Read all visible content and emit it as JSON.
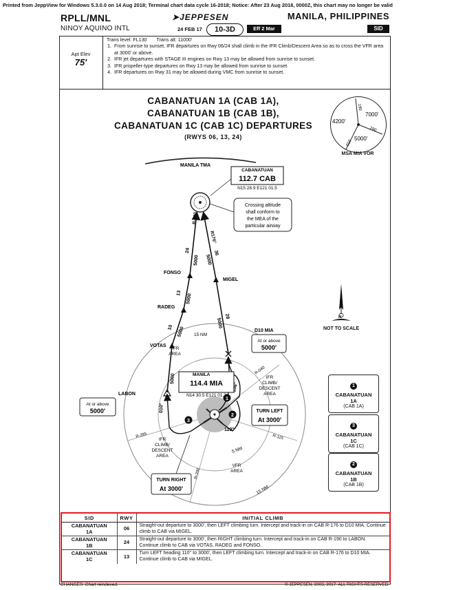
{
  "print_note": "Printed from JeppView for Windows 5.3.0.0 on 14 Aug 2018; Terminal chart data cycle 16-2018; Notice: After 23 Aug 2018, 0000Z, this chart may no longer be valid",
  "header": {
    "airport_id": "RPLL/MNL",
    "airport_name": "NINOY AQUINO INTL",
    "brand": "JEPPESEN",
    "date": "24 FEB 17",
    "chart_number": "10-3D",
    "effective": "Eff 2 Mar",
    "city": "MANILA, PHILIPPINES",
    "procedure_type": "SID"
  },
  "briefing": {
    "apt_elev_label": "Apt Elev",
    "apt_elev_value": "75'",
    "trans_level": "Trans level: FL130",
    "trans_alt": "Trans alt: 11000'",
    "notes": [
      "From sunrise to sunset, IFR departures on Rwy 06/24 shall climb in the IFR Climb/Descent Area so as to cross the VFR area at 3000' or above.",
      "IFR jet departures with STAGE III engines on Rwy 13 may be allowed from sunrise to sunset.",
      "IFR propeller-type departures on Rwy 13 may be allowed from sunrise to sunset.",
      "IFR departures on Rwy 31 may be allowed during VMC from sunrise to sunset."
    ]
  },
  "title": {
    "lines": [
      "CABANATUAN 1A (CAB 1A),",
      "CABANATUAN 1B (CAB 1B),",
      "CABANATUAN 1C (CAB 1C) DEPARTURES"
    ],
    "rwys": "(RWYS 06, 13, 24)"
  },
  "msa": {
    "label": "MSA MIA VOR",
    "alt_1": "7000'",
    "alt_2": "4200'",
    "alt_3": "5000'",
    "radial_1": "190",
    "radial_2": "290",
    "radial_3": "010"
  },
  "map": {
    "tma_label": "MANILA TMA",
    "cab_name": "CABANATUAN",
    "cab_freq": "112.7 CAB",
    "cab_coords": "N15 28.9 E121 01.5",
    "crossing_note": [
      "Crossing altitude",
      "shall conform to",
      "the MEA of the",
      "particular airway"
    ],
    "mia_name": "MANILA",
    "mia_freq": "114.4 MIA",
    "mia_coords": "N14 30.5 E121 01.3",
    "fixes": {
      "fonso": "FONSO",
      "migel": "MIGEL",
      "radeg": "RADEG",
      "votas": "VOTAS",
      "labon": "LABON",
      "d10": "D10 MIA"
    },
    "at_or_above_label": "At or above",
    "at_or_above_alt": "5000'",
    "d10_alt_label": "At or above",
    "d10_alt": "5000'",
    "turn_left_label": "TURN LEFT",
    "turn_left_alt": "At 3000'",
    "turn_right_label": "TURN RIGHT",
    "turn_right_alt": "At 3000'",
    "vfr_area": [
      "VFR",
      "AREA"
    ],
    "ifr_area": [
      "IFR",
      "CLIMB/",
      "DESCENT",
      "AREA"
    ],
    "ring_15nm": "15 NM",
    "ring_5nm": "5 NM",
    "heading_110": "110°",
    "radials": {
      "r176": "R176°",
      "r356": "356°",
      "r010": "010°",
      "r190": "R-190",
      "r285": "R-285",
      "r040": "R-040",
      "r115": "R-115",
      "r200": "R-200"
    },
    "seg_alts": {
      "cab_fonso_1": "24",
      "cab_fonso_2": "5000",
      "cab_migel_1": "36",
      "cab_migel_2": "5000",
      "fonso_radeg_1": "13",
      "fonso_radeg_2": "5000",
      "radeg_votas_1": "10",
      "radeg_votas_2": "5000",
      "migel_d10_1": "28",
      "migel_d10_2": "5000",
      "votas_labon": "5000"
    },
    "markers": [
      "1",
      "2",
      "3"
    ],
    "north_label": "NOT TO SCALE"
  },
  "legend": [
    {
      "num": "1",
      "name": "CABANATUAN",
      "code": "1A",
      "abbr": "(CAB 1A)"
    },
    {
      "num": "3",
      "name": "CABANATUAN",
      "code": "1C",
      "abbr": "(CAB 1C)"
    },
    {
      "num": "2",
      "name": "CABANATUAN",
      "code": "1B",
      "abbr": "(CAB 1B)"
    }
  ],
  "table": {
    "headers": [
      "SID",
      "RWY",
      "INITIAL CLIMB"
    ],
    "rows": [
      {
        "sid_1": "CABANATUAN",
        "sid_2": "1A",
        "rwy": "06",
        "climb": "Straight-out departure to 3000', then LEFT climbing turn. Intercept and track-in on CAB R-176 to D10 MIA. Continue climb to CAB via MIGEL."
      },
      {
        "sid_1": "CABANATUAN",
        "sid_2": "1B",
        "rwy": "24",
        "climb": "Straight-out departure to 3000', then RIGHT climbing turn. Intercept and track-in on CAB R-190 to LABON. Continue climb to CAB via VOTAS, RADEG and FONSO."
      },
      {
        "sid_1": "CABANATUAN",
        "sid_2": "1C",
        "rwy": "13",
        "climb": "Turn LEFT heading 110° to 3000', then LEFT climbing turn. Intercept and track-in on CAB R-176 to D10 MIA. Continue climb to CAB via MIGEL."
      }
    ]
  },
  "footer": {
    "changes": "CHANGES:  Chart reindexed.",
    "copyright": "© JEPPESEN, 2003, 2017. ALL RIGHTS RESERVED."
  }
}
